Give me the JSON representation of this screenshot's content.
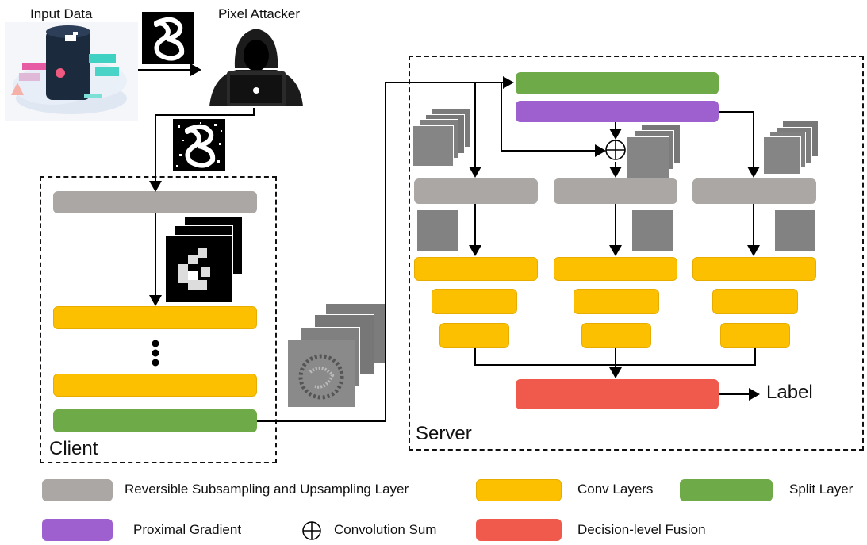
{
  "labels": {
    "input_data": "Input Data",
    "pixel_attacker": "Pixel Attacker",
    "client": "Client",
    "server": "Server",
    "output_label": "Label"
  },
  "legend": {
    "reversible": "Reversible Subsampling and Upsampling Layer",
    "conv": "Conv Layers",
    "split": "Split Layer",
    "proximal": "Proximal Gradient",
    "conv_sum": "Convolution Sum",
    "fusion": "Decision-level Fusion"
  },
  "colors": {
    "gray": "#aaa7a4",
    "yellow": "#fdc000",
    "green": "#6faa48",
    "purple": "#9e60cf",
    "red": "#ef5a4c"
  },
  "icons": [
    "database-icon",
    "hacker-icon",
    "digit-image-icon",
    "feature-map-icon",
    "plus-circle-icon"
  ]
}
